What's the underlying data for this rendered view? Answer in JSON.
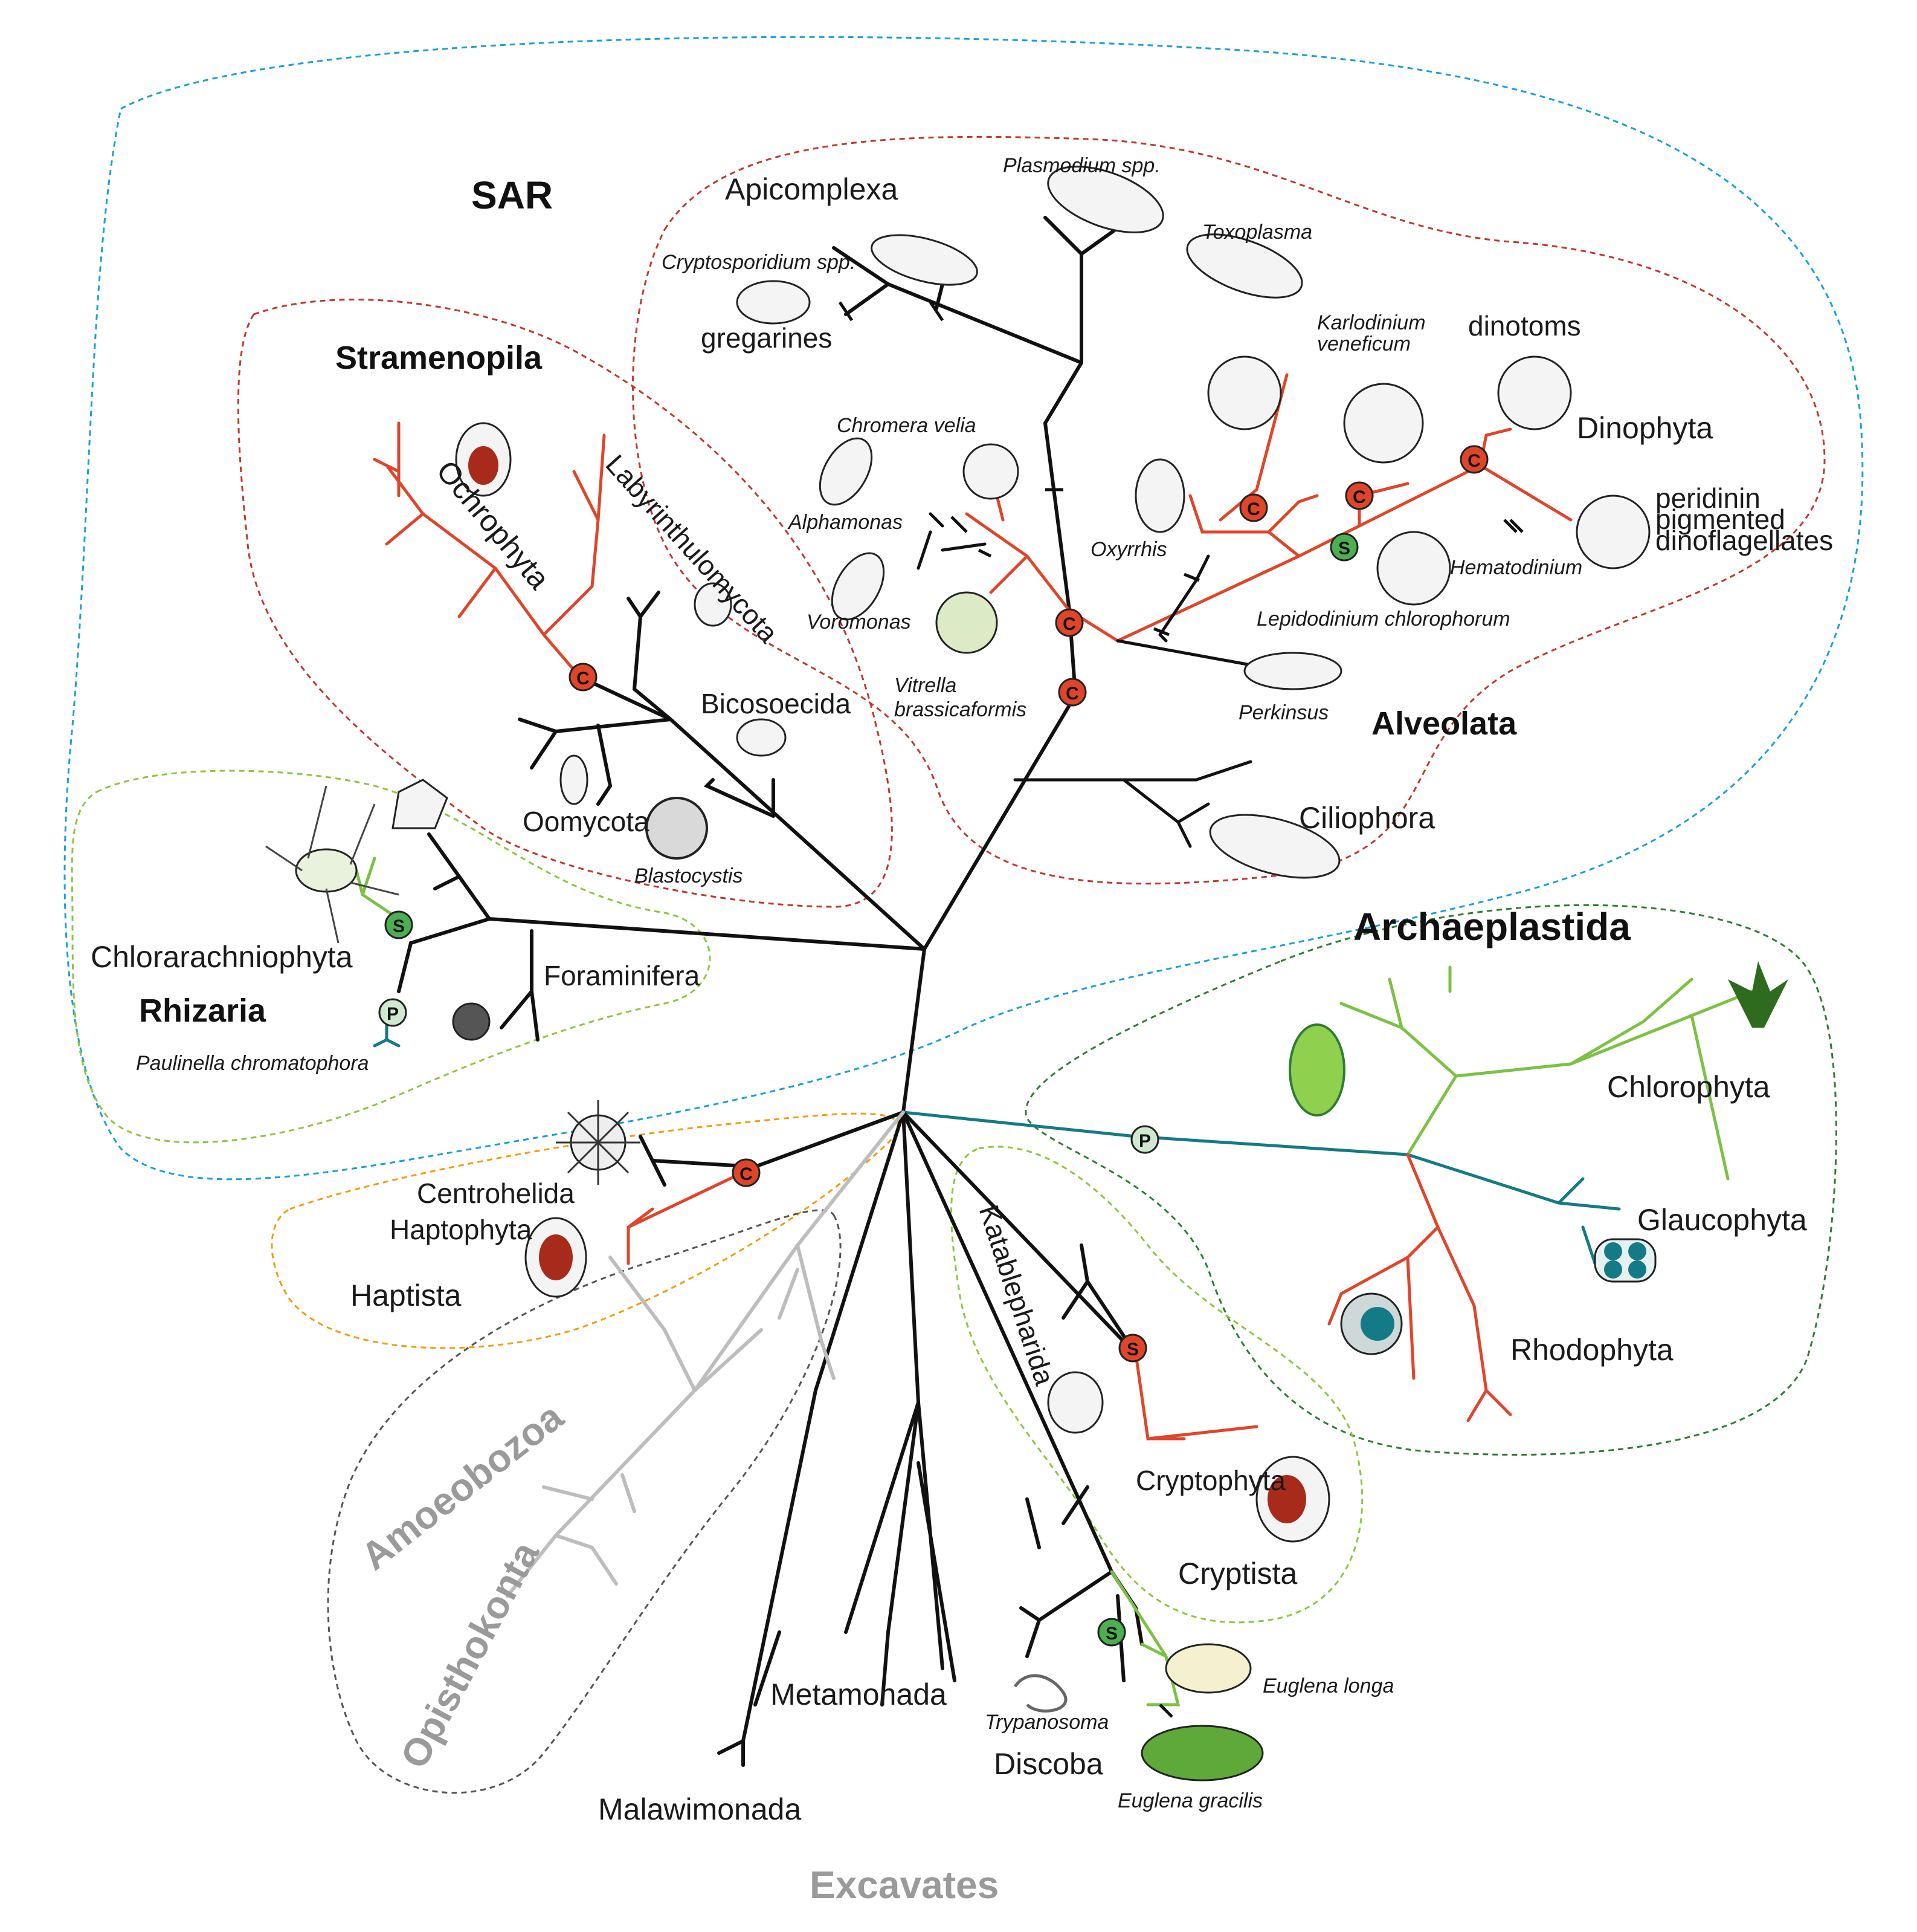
{
  "groups": {
    "sar": "SAR",
    "stramenopila": "Stramenopila",
    "alveolata": "Alveolata",
    "rhizaria": "Rhizaria",
    "archaeplastida": "Archaeplastida",
    "haptista": "Haptista",
    "cryptista": "Cryptista",
    "amoeobozoa": "Amoeobozoa",
    "opisthokonta": "Opisthokonta",
    "excavates": "Excavates"
  },
  "taxa": {
    "apicomplexa": "Apicomplexa",
    "plasmodium": "Plasmodium spp.",
    "toxoplasma": "Toxoplasma",
    "cryptosporidium": "Cryptosporidium spp.",
    "gregarines": "gregarines",
    "karlodinium_1": "Karlodinium",
    "karlodinium_2": "veneficum",
    "dinotoms": "dinotoms",
    "dinophyta": "Dinophyta",
    "chromera": "Chromera velia",
    "alphamonas": "Alphamonas",
    "voromonas": "Voromonas",
    "vitrella_1": "Vitrella",
    "vitrella_2": "brassicaformis",
    "oxyrrhis": "Oxyrrhis",
    "hematodinium": "Hematodinium",
    "peridinin_1": "peridinin",
    "peridinin_2": "pigmented",
    "peridinin_3": "dinoflagellates",
    "lepidodinium": "Lepidodinium chlorophorum",
    "perkinsus": "Perkinsus",
    "ciliophora": "Ciliophora",
    "ochrophyta": "Ochrophyta",
    "labyrinthulomycota": "Labyrinthulomycota",
    "bicosoecida": "Bicosoecida",
    "oomycota": "Oomycota",
    "blastocystis": "Blastocystis",
    "chlorarachniophyta": "Chlorarachniophyta",
    "foraminifera": "Foraminifera",
    "paulinella": "Paulinella chromatophora",
    "chlorophyta": "Chlorophyta",
    "glaucophyta": "Glaucophyta",
    "rhodophyta": "Rhodophyta",
    "centrohelida": "Centrohelida",
    "haptophyta": "Haptophyta",
    "katablepharida": "Katablepharida",
    "cryptophyta": "Cryptophyta",
    "euglena_longa": "Euglena longa",
    "euglena_gracilis": "Euglena gracilis",
    "trypanosoma": "Trypanosoma",
    "discoba": "Discoba",
    "metamonada": "Metamonada",
    "malawimonada": "Malawimonada"
  },
  "markers": {
    "C": "C",
    "S": "S",
    "P": "P"
  },
  "colors": {
    "sar_boundary": "#1aa0d8",
    "alveolata_boundary": "#c0392b",
    "rhizaria_boundary": "#8cc63f",
    "archaeplastida_boundary": "#2e7d32",
    "haptista_boundary": "#f39c12",
    "cryptista_boundary": "#8cc63f",
    "amorphea_boundary": "#555555",
    "red_lineage": "#e0452a",
    "green_lineage": "#7bc142",
    "glauco_lineage": "#137a86",
    "amorphea_lineage": "#bdbdbd",
    "marker_c": "#e0452a",
    "marker_s": "#4caf50",
    "marker_p": "#cfe8cf"
  }
}
